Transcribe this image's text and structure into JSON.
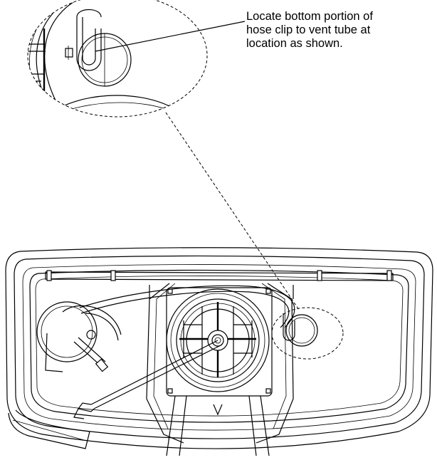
{
  "callout": {
    "text": "Locate bottom portion of\nhose clip to vent tube at\nlocation as shown."
  },
  "colors": {
    "line": "#000000",
    "background": "#ffffff"
  },
  "icons": {
    "detail": "magnified-detail-view",
    "assembly": "tank-top-view"
  }
}
